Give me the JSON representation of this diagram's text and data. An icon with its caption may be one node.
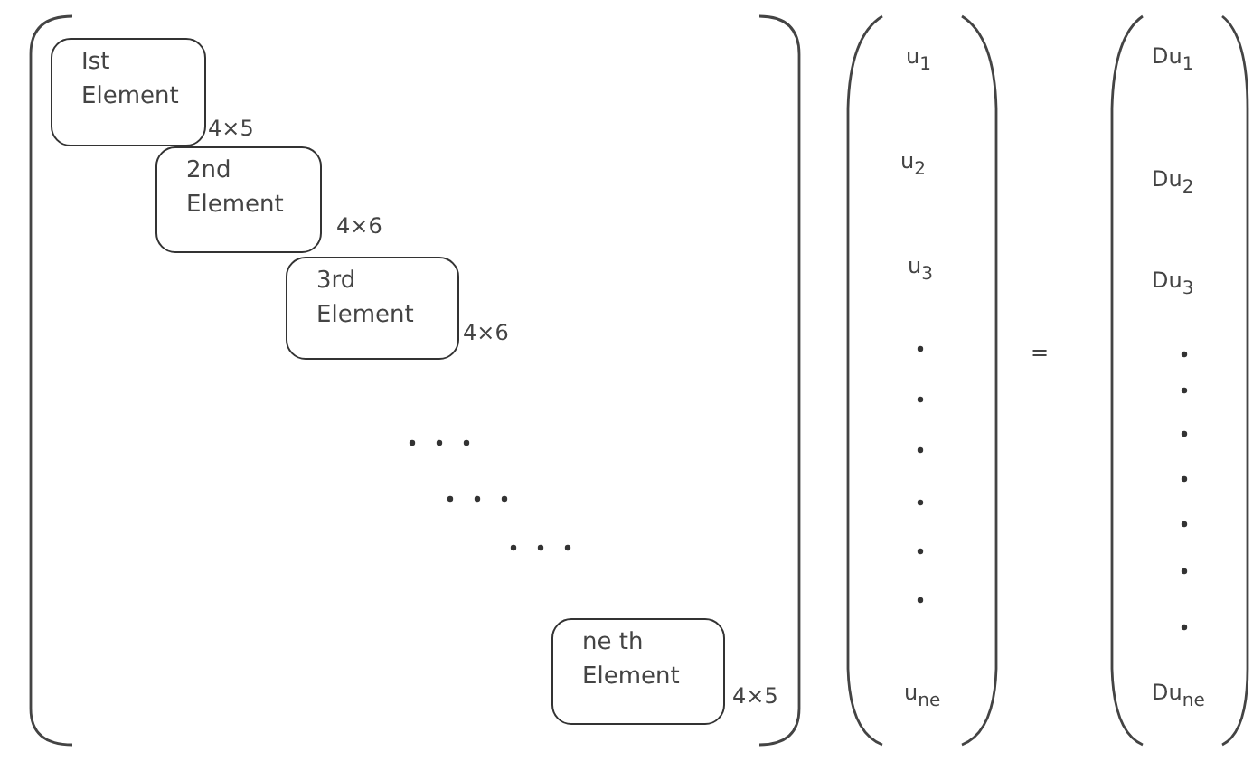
{
  "diagram": {
    "nodes": [
      {
        "text": [
          "Ist Element"
        ],
        "beside": [
          "4×5"
        ]
      },
      {
        "text": [
          "2nd Element"
        ],
        "beside": [
          "4×6"
        ]
      },
      {
        "text": [
          "3rd Element"
        ],
        "beside": [
          "4×6"
        ]
      },
      {
        "text": [
          "ne th Element"
        ],
        "beside": [
          "4×5"
        ]
      }
    ],
    "edges": [],
    "labels": [
      "u$_{1}$",
      "Du$_{1}$",
      "u$_{2}$",
      "Du$_{2}$",
      "u$_{3}$",
      "Du$_{3}$",
      "=",
      "u$_{ne}$",
      "Du$_{ne}$"
    ]
  }
}
